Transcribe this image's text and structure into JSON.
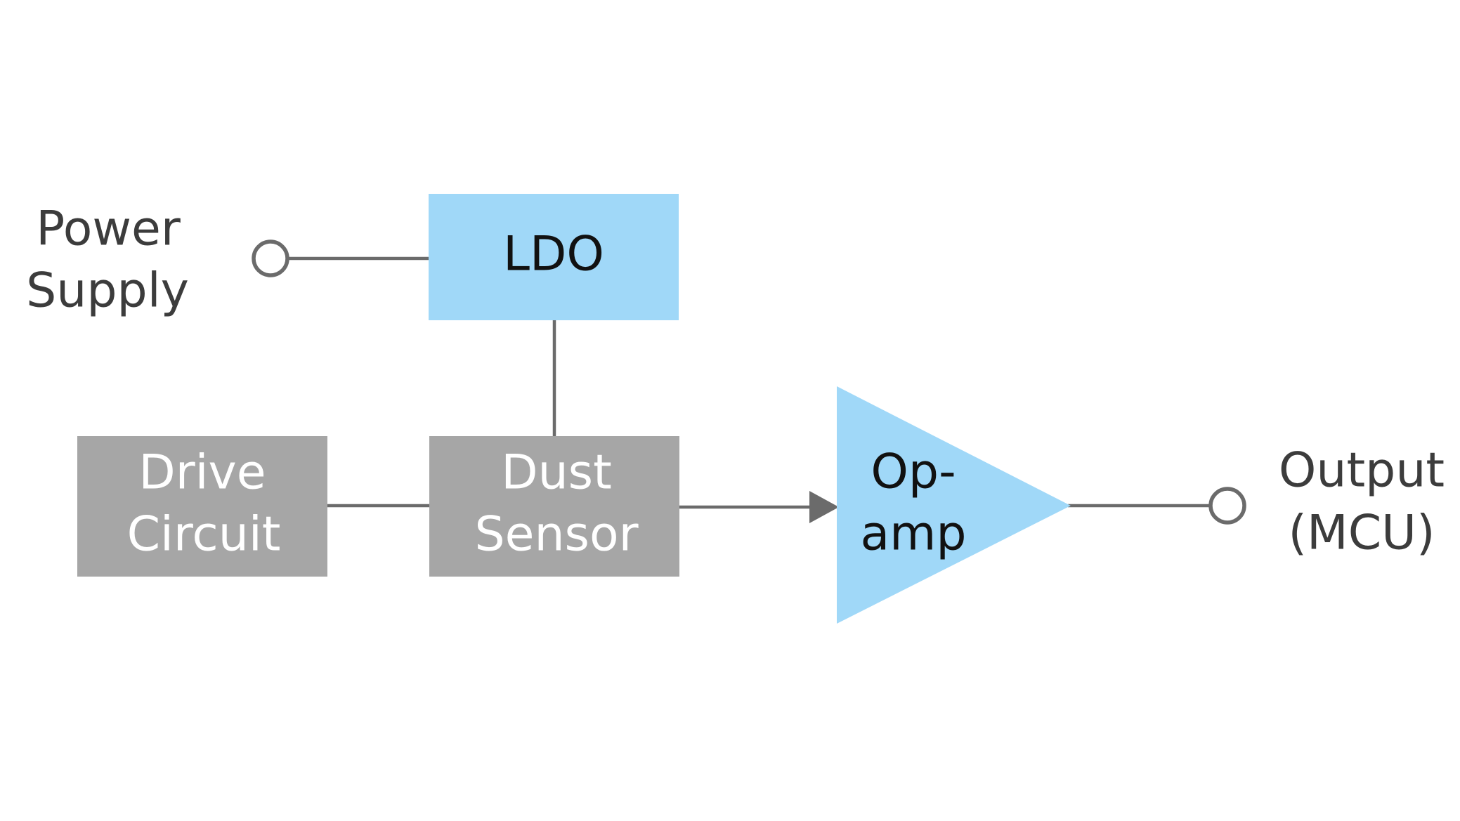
{
  "colors": {
    "blue_block": "#a0d8f8",
    "gray_block": "#a6a6a6",
    "wire": "#6b6b6b",
    "external_text": "#3c3c3c",
    "blue_text": "#111111",
    "gray_text": "#ffffff"
  },
  "power_supply": {
    "line1": "Power",
    "line2": "Supply"
  },
  "ldo": {
    "label": "LDO"
  },
  "drive_circuit": {
    "line1": "Drive",
    "line2": "Circuit"
  },
  "dust_sensor": {
    "line1": "Dust",
    "line2": "Sensor"
  },
  "opamp": {
    "line1": "Op-",
    "line2": "amp"
  },
  "output": {
    "line1": "Output",
    "line2": "(MCU)"
  }
}
